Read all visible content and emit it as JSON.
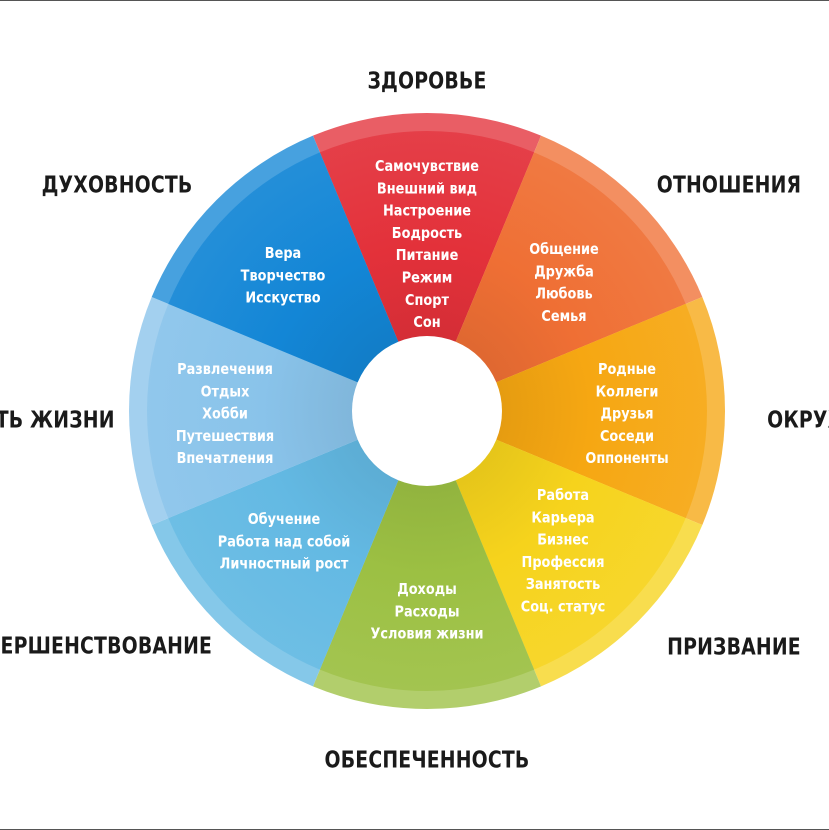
{
  "wheel": {
    "segments": [
      {
        "label": "ЗДОРОВЬЕ",
        "color": "#e3313a",
        "items": [
          "Самочувствие",
          "Внешний вид",
          "Настроение",
          "Бодрость",
          "Питание",
          "Режим",
          "Спорт",
          "Сон"
        ]
      },
      {
        "label": "ОТНОШЕНИЯ",
        "color": "#ef6f34",
        "items": [
          "Общение",
          "Дружба",
          "Любовь",
          "Семья"
        ]
      },
      {
        "label": "ОКРУЖЕНИЕ",
        "color": "#f6a712",
        "items": [
          "Родные",
          "Коллеги",
          "Друзья",
          "Соседи",
          "Оппоненты"
        ]
      },
      {
        "label": "ПРИЗВАНИЕ",
        "color": "#f6d31c",
        "items": [
          "Работа",
          "Карьера",
          "Бизнес",
          "Профессия",
          "Занятость",
          "Соц. статус"
        ]
      },
      {
        "label": "ОБЕСПЕЧЕННОСТЬ",
        "color": "#9cc043",
        "items": [
          "Доходы",
          "Расходы",
          "Условия жизни"
        ]
      },
      {
        "label": "САМОСОВЕРШЕНСТВОВАНИЕ",
        "color": "#63b9e3",
        "items": [
          "Обучение",
          "Работа над собой",
          "Личностный рост"
        ]
      },
      {
        "label": "ЯРКОСТЬ ЖИЗНИ",
        "color": "#89c3ea",
        "items": [
          "Развлечения",
          "Отдых",
          "Хобби",
          "Путешествия",
          "Впечатления"
        ]
      },
      {
        "label": "ДУХОВНОСТЬ",
        "color": "#1386d6",
        "items": [
          "Вера",
          "Творчество",
          "Исскуство"
        ]
      }
    ]
  }
}
